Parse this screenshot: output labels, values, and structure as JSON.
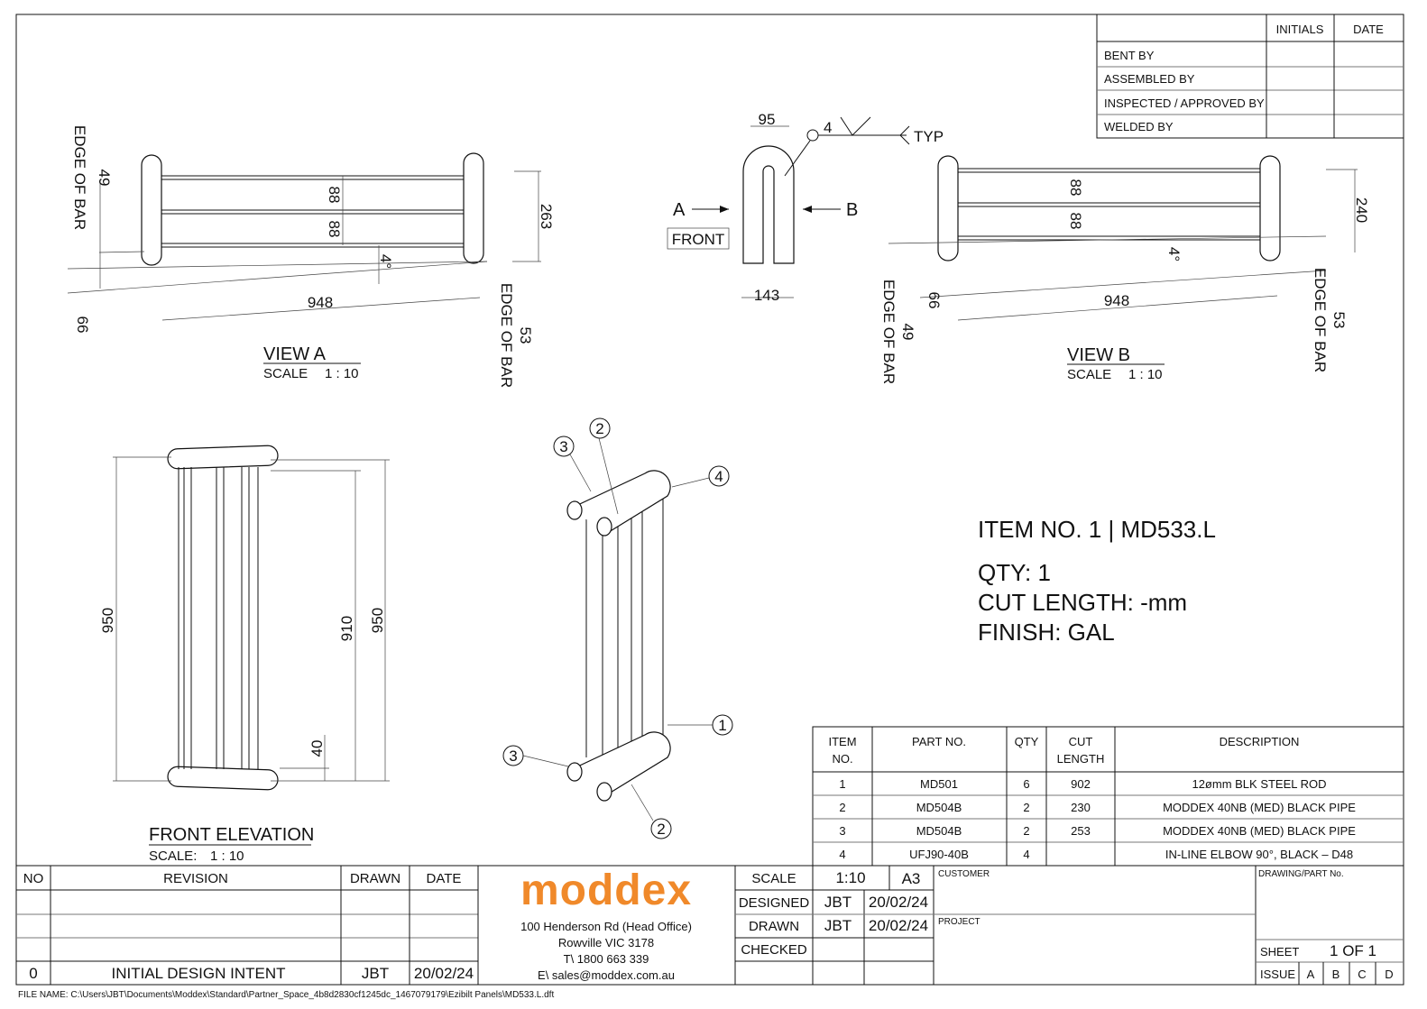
{
  "signoff": {
    "headers": [
      "INITIALS",
      "DATE"
    ],
    "rows": [
      "BENT BY",
      "ASSEMBLED BY",
      "INSPECTED / APPROVED BY",
      "WELDED BY"
    ]
  },
  "view_a": {
    "title": "VIEW A",
    "scale_label": "SCALE",
    "scale": "1 : 10",
    "dims": {
      "spacing1": "88",
      "spacing2": "88",
      "height": "263",
      "width": "948",
      "angle": "4°",
      "edge_left": "49",
      "edge_left_label": "EDGE OF BAR",
      "offset": "66",
      "edge_right": "53",
      "edge_right_label": "EDGE OF BAR"
    }
  },
  "side_view": {
    "w_top": "95",
    "w_bottom": "143",
    "weld": "4",
    "weld_note": "TYP",
    "arrow_a": "A",
    "arrow_b": "B",
    "front_label": "FRONT"
  },
  "view_b": {
    "title": "VIEW B",
    "scale_label": "SCALE",
    "scale": "1 : 10",
    "dims": {
      "spacing1": "88",
      "spacing2": "88",
      "height": "240",
      "width": "948",
      "angle": "4°",
      "edge_left": "49",
      "edge_left_label": "EDGE OF BAR",
      "offset": "66",
      "edge_right": "53",
      "edge_right_label": "EDGE OF BAR"
    }
  },
  "front_elevation": {
    "title": "FRONT ELEVATION",
    "scale_label": "SCALE:",
    "scale": "1 : 10",
    "dims": {
      "overall_left": "950",
      "rod": "910",
      "overall_right": "950",
      "bottom": "40"
    }
  },
  "iso_balloons": [
    "3",
    "2",
    "4",
    "1",
    "3",
    "2"
  ],
  "item": {
    "line1": "ITEM NO. 1 | MD533.L",
    "qty": "QTY: 1",
    "cut": "CUT LENGTH: -mm",
    "finish": "FINISH: GAL"
  },
  "parts": {
    "headers": {
      "item1": "ITEM",
      "item2": "NO.",
      "part": "PART NO.",
      "qty": "QTY",
      "cut1": "CUT",
      "cut2": "LENGTH",
      "desc": "DESCRIPTION"
    },
    "rows": [
      {
        "item": "1",
        "part": "MD501",
        "qty": "6",
        "cut": "902",
        "desc": "12ømm BLK STEEL ROD"
      },
      {
        "item": "2",
        "part": "MD504B",
        "qty": "2",
        "cut": "230",
        "desc": "MODDEX 40NB (MED) BLACK PIPE"
      },
      {
        "item": "3",
        "part": "MD504B",
        "qty": "2",
        "cut": "253",
        "desc": "MODDEX 40NB (MED) BLACK PIPE"
      },
      {
        "item": "4",
        "part": "UFJ90-40B",
        "qty": "4",
        "cut": "",
        "desc": "IN-LINE ELBOW 90°, BLACK – D48"
      }
    ]
  },
  "revisions": {
    "headers": [
      "NO",
      "REVISION",
      "DRAWN",
      "DATE"
    ],
    "rows": [
      {
        "no": "0",
        "rev": "INITIAL DESIGN INTENT",
        "drawn": "JBT",
        "date": "20/02/24"
      }
    ]
  },
  "company": {
    "logo": "moddex",
    "address": "100 Henderson Rd (Head Office)",
    "city": "Rowville VIC 3178",
    "phone": "T\\ 1800 663 339",
    "email": "E\\ sales@moddex.com.au",
    "brand_color": "#f0892a"
  },
  "titleblock": {
    "scale_label": "SCALE",
    "scale": "1:10",
    "size": "A3",
    "designed_label": "DESIGNED",
    "designed_by": "JBT",
    "designed_date": "20/02/24",
    "drawn_label": "DRAWN",
    "drawn_by": "JBT",
    "drawn_date": "20/02/24",
    "checked_label": "CHECKED",
    "customer_label": "CUSTOMER",
    "project_label": "PROJECT",
    "drawing_no_label": "DRAWING/PART No.",
    "sheet_label": "SHEET",
    "sheet": "1 OF 1",
    "issue_label": "ISSUE",
    "issues": [
      "A",
      "B",
      "C",
      "D"
    ]
  },
  "file_name": "FILE NAME: C:\\Users\\JBT\\Documents\\Moddex\\Standard\\Partner_Space_4b8d2830cf1245dc_1467079179\\Ezibilt Panels\\MD533.L.dft"
}
